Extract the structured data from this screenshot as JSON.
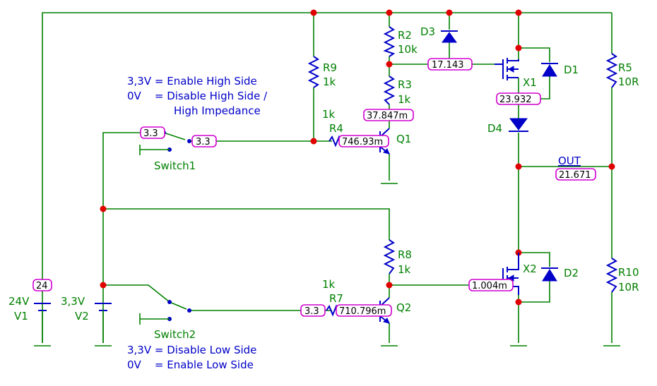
{
  "components": {
    "R9": {
      "name": "R9",
      "value": "1k"
    },
    "R2": {
      "name": "R2",
      "value": "10k"
    },
    "R3": {
      "name": "R3",
      "value": "1k"
    },
    "R4": {
      "name": "R4",
      "value": "1k"
    },
    "R5": {
      "name": "R5",
      "value": "10R"
    },
    "R7": {
      "name": "R7",
      "value": "1k"
    },
    "R8": {
      "name": "R8",
      "value": "1k"
    },
    "R10": {
      "name": "R10",
      "value": "10R"
    },
    "D1": {
      "name": "D1"
    },
    "D2": {
      "name": "D2"
    },
    "D3": {
      "name": "D3"
    },
    "D4": {
      "name": "D4"
    },
    "X1": {
      "name": "X1"
    },
    "X2": {
      "name": "X2"
    },
    "Q1": {
      "name": "Q1"
    },
    "Q2": {
      "name": "Q2"
    },
    "V1": {
      "name": "V1",
      "value": "24V"
    },
    "V2": {
      "name": "V2",
      "value": "3,3V"
    },
    "Switch1": {
      "name": "Switch1"
    },
    "Switch2": {
      "name": "Switch2"
    },
    "OUT": {
      "name": "OUT"
    }
  },
  "probes": {
    "sw1_in": "3.3",
    "sw1_out": "3.3",
    "q1_base": "746.93m",
    "q1_collector": "37.847m",
    "x1_gate": "17.143",
    "x1_source": "23.932",
    "out": "21.671",
    "v1": "24",
    "sw2_out": "3.3",
    "q2_base": "710.796m",
    "x2_gate": "1.004m"
  },
  "notes": {
    "high_line1": "3,3V = Enable High Side",
    "high_line2": "0V    = Disable High Side /",
    "high_line3": "High Impedance",
    "low_line1": "3,3V = Disable Low Side",
    "low_line2": "0V    = Enable Low Side"
  }
}
